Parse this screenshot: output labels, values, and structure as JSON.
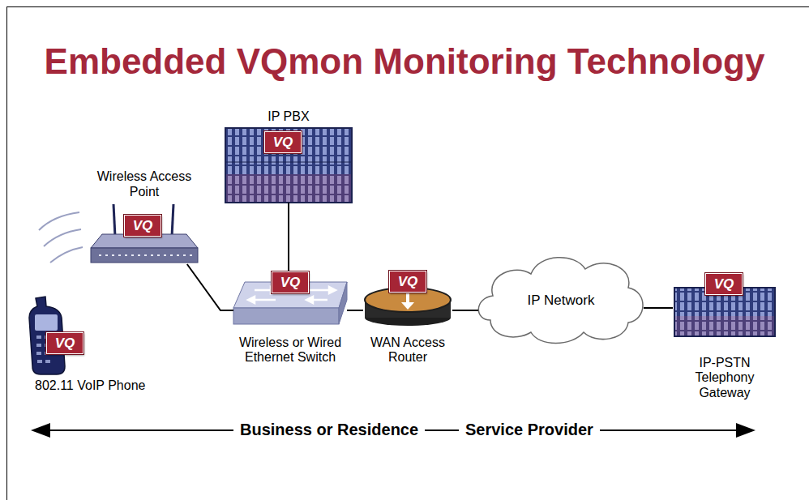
{
  "diagram": {
    "title": "Embedded VQmon Monitoring Technology",
    "nodes": [
      {
        "text": [
          "IP PBX"
        ]
      },
      {
        "text": [
          "VQ"
        ],
        "in": 0
      },
      {
        "text": [
          "Wireless Access Point"
        ]
      },
      {
        "text": [
          "VQ"
        ],
        "in": 2
      },
      {
        "text": [
          "802.11 VoIP Phone"
        ]
      },
      {
        "text": [
          "VQ"
        ],
        "in": 4
      },
      {
        "text": [
          "Wireless or Wired Ethernet Switch"
        ]
      },
      {
        "text": [
          "VQ"
        ],
        "in": 6
      },
      {
        "text": [
          "WAN Access Router"
        ]
      },
      {
        "text": [
          "VQ"
        ],
        "in": 8
      },
      {
        "text": [
          "IP Network"
        ]
      },
      {
        "text": [
          "IP-PSTN Telephony Gateway"
        ]
      },
      {
        "text": [
          "VQ"
        ],
        "in": 11
      }
    ],
    "edges": [
      {
        "from": 2,
        "to": 6,
        "arrow": "none"
      },
      {
        "from": 0,
        "to": 6,
        "arrow": "none"
      },
      {
        "from": 6,
        "to": 8,
        "arrow": "none"
      },
      {
        "from": 8,
        "to": 10,
        "arrow": "none"
      },
      {
        "from": 10,
        "to": 11,
        "arrow": "none"
      }
    ],
    "labels": [
      "Business or Residence",
      "Service Provider"
    ]
  }
}
